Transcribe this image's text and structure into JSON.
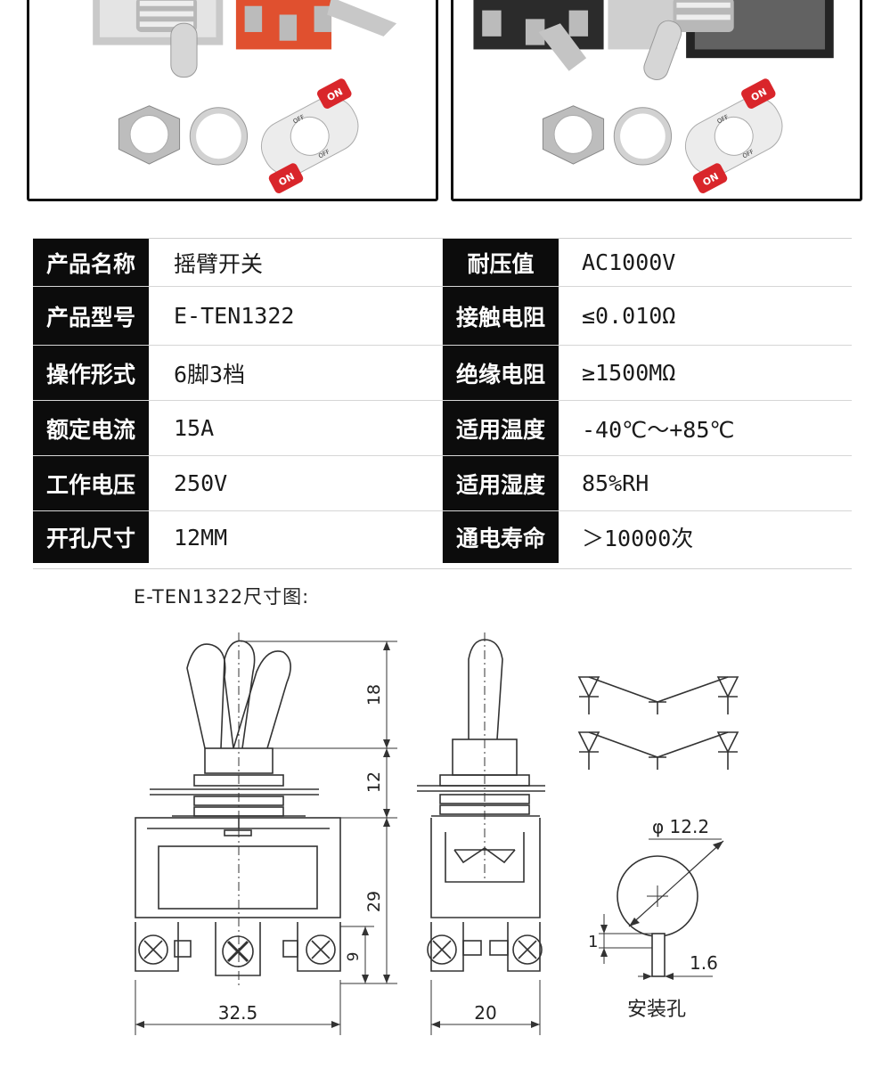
{
  "photos": {
    "left": {
      "ring_on_label": "ON",
      "ring_off_label": "OFF",
      "ring_on_label_2": "ON",
      "ring_off_label_2": "OFF"
    },
    "right": {
      "ring_on_label": "ON",
      "ring_off_label": "OFF",
      "ring_on_label_2": "ON",
      "ring_off_label_2": "OFF"
    }
  },
  "specs": [
    {
      "label_left": "产品名称",
      "value_left": "摇臂开关",
      "label_right": "耐压值",
      "value_right": "AC1000V"
    },
    {
      "label_left": "产品型号",
      "value_left": "E-TEN1322",
      "label_right": "接触电阻",
      "value_right": "≤0.010Ω"
    },
    {
      "label_left": "操作形式",
      "value_left": "6脚3档",
      "label_right": "绝缘电阻",
      "value_right": "≥1500MΩ"
    },
    {
      "label_left": "额定电流",
      "value_left": "15A",
      "label_right": "适用温度",
      "value_right": "-40℃～+85℃"
    },
    {
      "label_left": "工作电压",
      "value_left": "250V",
      "label_right": "适用湿度",
      "value_right": "85%RH"
    },
    {
      "label_left": "开孔尺寸",
      "value_left": "12MM",
      "label_right": "通电寿命",
      "value_right": "＞10000次"
    }
  ],
  "drawing": {
    "title": "E-TEN1322尺寸图:",
    "dim_lever": "18",
    "dim_bushing": "12",
    "dim_body": "29",
    "dim_terminal": "9",
    "dim_width": "32.5",
    "dim_depth": "20",
    "dim_hole": "φ 12.2",
    "dim_key": "1",
    "dim_key_width": "1.6",
    "hole_caption": "安装孔"
  },
  "colors": {
    "label_bg": "#0c0c0c",
    "label_text": "#ffffff",
    "ring_red": "#d9262b"
  }
}
